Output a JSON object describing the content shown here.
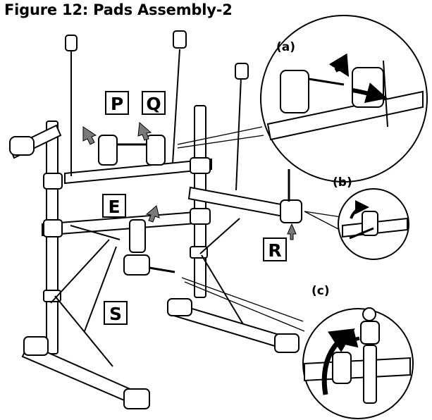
{
  "figure": {
    "title": "Figure 12: Pads Assembly-2"
  },
  "part_labels": {
    "P": "P",
    "Q": "Q",
    "E": "E",
    "R": "R",
    "S": "S"
  },
  "insets": {
    "a": "(a)",
    "b": "(b)",
    "c": "(c)"
  },
  "colors": {
    "line": "#000000",
    "arrow_fill": "#7a7a7a",
    "background": "#ffffff"
  }
}
